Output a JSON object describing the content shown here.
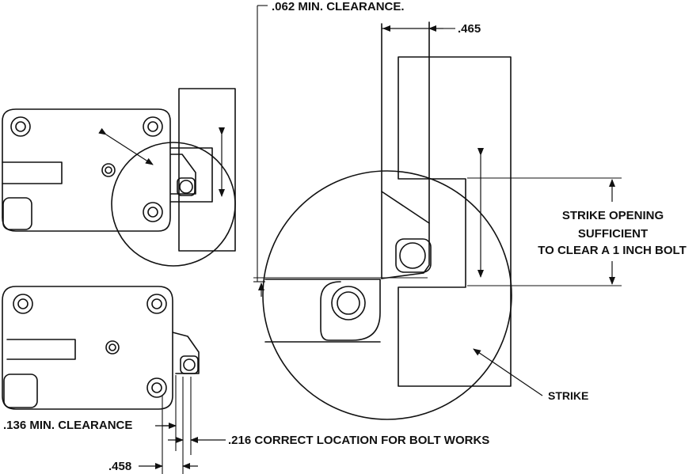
{
  "labels": {
    "min_clearance_top": ".062 MIN. CLEARANCE.",
    "dim_465": ".465",
    "strike_opening_1": "STRIKE OPENING",
    "strike_opening_2": "SUFFICIENT",
    "strike_opening_3": "TO CLEAR A 1 INCH BOLT",
    "strike": "STRIKE",
    "min_clearance_bottom": ".136 MIN. CLEARANCE",
    "correct_location": ".216 CORRECT LOCATION FOR BOLT WORKS",
    "dim_458": ".458"
  },
  "colors": {
    "line": "#111111",
    "background": "#ffffff"
  }
}
